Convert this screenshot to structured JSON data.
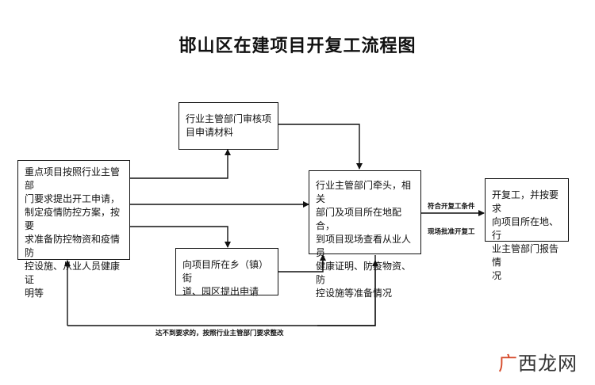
{
  "title": "邯山区在建项目开复工流程图",
  "nodes": {
    "enterprise": "重点项目按照行业主管部\n门要求提出开工申请，\n制定疫情防控方案，按要\n求准备防控物资和疫情防\n控设施、从业人员健康证\n明等",
    "review": "行业主管部门审核项\n目申请材料",
    "town": "向项目所在乡（镇）街\n道、园区提出申请",
    "inspection": "行业主管部门牵头，相关\n部门及项目所在地配合，\n到项目现场查看从业人员\n健康证明、防疫物资、防\n控设施等准备情况",
    "restart": "开复工，并按要求\n向项目所在地、行\n业主管部门报告情\n况"
  },
  "edges": {
    "condition_top": "符合开复工条件",
    "condition_bottom": "现场批准开复工",
    "rectify": "达不到要求的，按照行业主管部门要求整改"
  },
  "watermark": {
    "mark": "广",
    "text": "西龙网"
  }
}
